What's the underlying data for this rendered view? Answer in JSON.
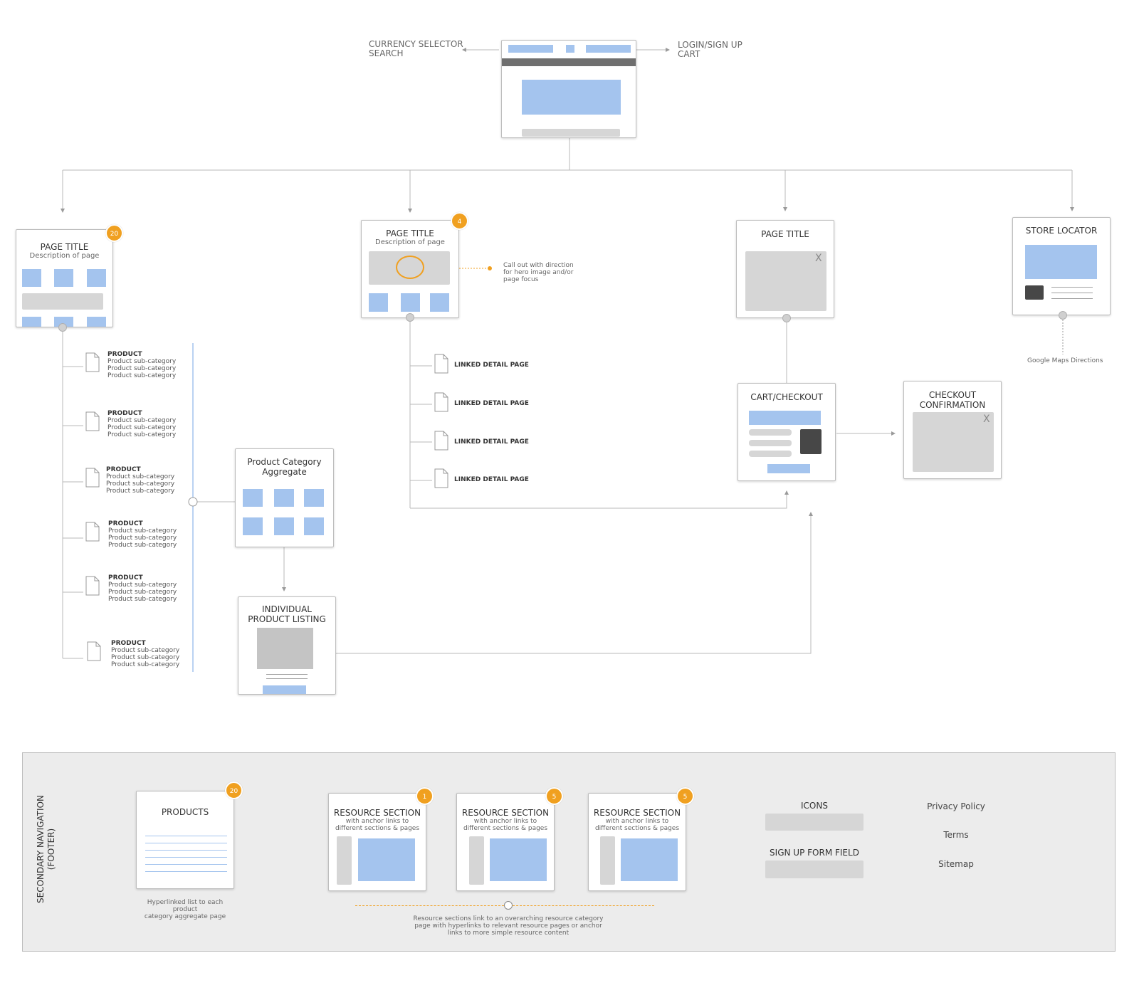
{
  "header": {
    "left_note": [
      "CURRENCY SELECTOR",
      "SEARCH"
    ],
    "right_note": [
      "LOGIN/SIGN UP",
      "CART"
    ]
  },
  "category_page": {
    "title": "PAGE TITLE",
    "description": "Description of page",
    "badge": "20"
  },
  "products": [
    {
      "title": "PRODUCT",
      "subs": [
        "Product sub-category",
        "Product sub-category",
        "Product sub-category"
      ]
    },
    {
      "title": "PRODUCT",
      "subs": [
        "Product sub-category",
        "Product sub-category",
        "Product sub-category"
      ]
    },
    {
      "title": "PRODUCT",
      "subs": [
        "Product sub-category",
        "Product sub-category",
        "Product sub-category"
      ]
    },
    {
      "title": "PRODUCT",
      "subs": [
        "Product sub-category",
        "Product sub-category",
        "Product sub-category"
      ]
    },
    {
      "title": "PRODUCT",
      "subs": [
        "Product sub-category",
        "Product sub-category",
        "Product sub-category"
      ]
    },
    {
      "title": "PRODUCT",
      "subs": [
        "Product sub-category",
        "Product sub-category",
        "Product sub-category"
      ]
    }
  ],
  "aggregate": {
    "title": [
      "Product Category",
      "Aggregate"
    ]
  },
  "listing": {
    "title": [
      "INDIVIDUAL",
      "PRODUCT LISTING"
    ]
  },
  "hero_page": {
    "title": "PAGE TITLE",
    "description": "Description of page",
    "badge": "4",
    "callout": [
      "Call out with direction",
      "for hero image and/or",
      "page focus"
    ]
  },
  "linked_pages": [
    "LINKED DETAIL PAGE",
    "LINKED DETAIL PAGE",
    "LINKED DETAIL PAGE",
    "LINKED DETAIL PAGE"
  ],
  "third_page": {
    "title": "PAGE TITLE",
    "close": "X"
  },
  "store_locator": {
    "title": "STORE LOCATOR",
    "note": "Google Maps Directions"
  },
  "cart": {
    "title": "CART/CHECKOUT"
  },
  "confirmation": {
    "title": [
      "CHECKOUT",
      "CONFIRMATION"
    ],
    "close": "X"
  },
  "footer": {
    "label": [
      "SECONDARY NAVIGATION",
      "(FOOTER)"
    ],
    "products": {
      "title": "PRODUCTS",
      "badge": "20",
      "note": [
        "Hyperlinked list to each product",
        "category aggregate page"
      ]
    },
    "resources": [
      {
        "title": "RESOURCE SECTION",
        "sub": [
          "with anchor links to",
          "different sections & pages"
        ],
        "badge": "1"
      },
      {
        "title": "RESOURCE SECTION",
        "sub": [
          "with anchor links to",
          "different sections & pages"
        ],
        "badge": "5"
      },
      {
        "title": "RESOURCE SECTION",
        "sub": [
          "with anchor links to",
          "different sections & pages"
        ],
        "badge": "5"
      }
    ],
    "resource_note": [
      "Resource sections link to an overarching resource category",
      "page with hyperlinks to relevant resource pages or anchor",
      "links to more simple resource content"
    ],
    "icons_label": "ICONS",
    "signup_label": "SIGN UP FORM FIELD",
    "links": [
      "Privacy Policy",
      "Terms",
      "Sitemap"
    ]
  },
  "colors": {
    "accent": "#f0a020",
    "block": "#a4c4ee",
    "line": "#b9b9b9"
  }
}
